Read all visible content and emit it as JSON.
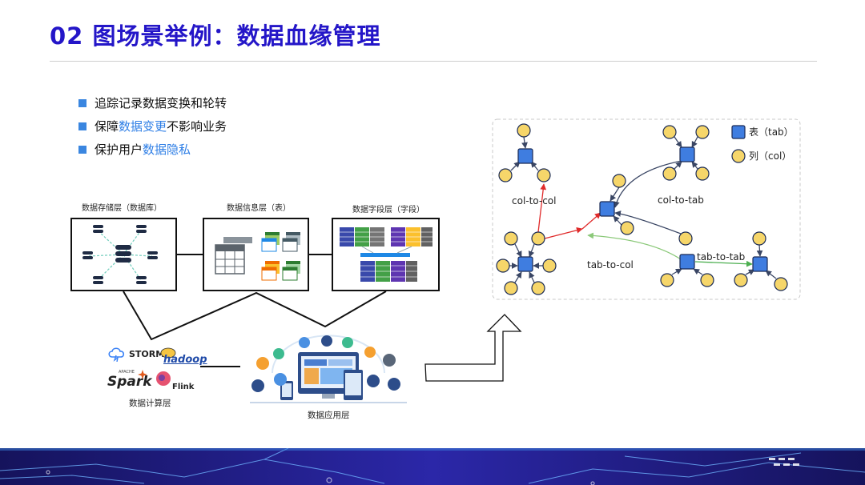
{
  "slide": {
    "title": "02 图场景举例：数据血缘管理"
  },
  "bullets": [
    {
      "parts": [
        {
          "text": "追踪记录数据变换和轮转",
          "hl": false
        }
      ]
    },
    {
      "parts": [
        {
          "text": "保障",
          "hl": false
        },
        {
          "text": "数据变更",
          "hl": true
        },
        {
          "text": "不影响业务",
          "hl": false
        }
      ]
    },
    {
      "parts": [
        {
          "text": "保护用户",
          "hl": false
        },
        {
          "text": "数据隐私",
          "hl": true
        }
      ]
    }
  ],
  "layers": {
    "storage_label": "数据存储层（数据库）",
    "info_label": "数据信息层（表）",
    "field_label": "数据字段层（字段）",
    "compute_label": "数据计算层",
    "app_label": "数据应用层"
  },
  "logos": {
    "storm": "STORM",
    "hadoop": "hadoop",
    "spark_small": "APACHE",
    "spark": "Spark",
    "flink": "Flink"
  },
  "lineage": {
    "legend_table": "表（tab）",
    "legend_column": "列（col）",
    "edges": {
      "col_to_col": "col-to-col",
      "col_to_tab": "col-to-tab",
      "tab_to_col": "tab-to-col",
      "tab_to_tab": "tab-to-tab"
    }
  },
  "colors": {
    "title": "#2416c8",
    "accent": "#3a86e0",
    "highlight": "#2f7fe6",
    "table_node": "#3f7de0",
    "column_node": "#f6d66a",
    "col_to_col_edge": "#e02b2b",
    "tab_to_col_edge": "#8cc97a",
    "tab_to_tab_edge": "#4caf50",
    "footer_bg": "#1c1a7a"
  }
}
